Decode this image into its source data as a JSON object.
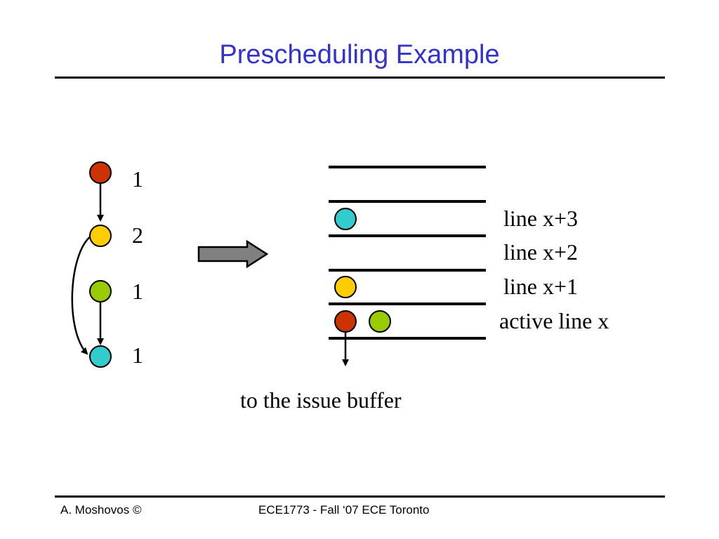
{
  "slide": {
    "title": "Prescheduling Example",
    "title_color": "#3333cc"
  },
  "graph": {
    "nodes": [
      {
        "id": "n1",
        "color": "#cc3300",
        "label": "1"
      },
      {
        "id": "n2",
        "color": "#ffcc00",
        "label": "2"
      },
      {
        "id": "n3",
        "color": "#99cc00",
        "label": "1"
      },
      {
        "id": "n4",
        "color": "#33cccc",
        "label": "1"
      }
    ]
  },
  "buffer": {
    "line_labels": [
      "line x+3",
      "line x+2",
      "line x+1",
      "active line x"
    ],
    "output_label": "to the issue buffer"
  },
  "footer": {
    "left": "A. Moshovos ©",
    "center": "ECE1773 - Fall ‘07 ECE Toronto"
  }
}
